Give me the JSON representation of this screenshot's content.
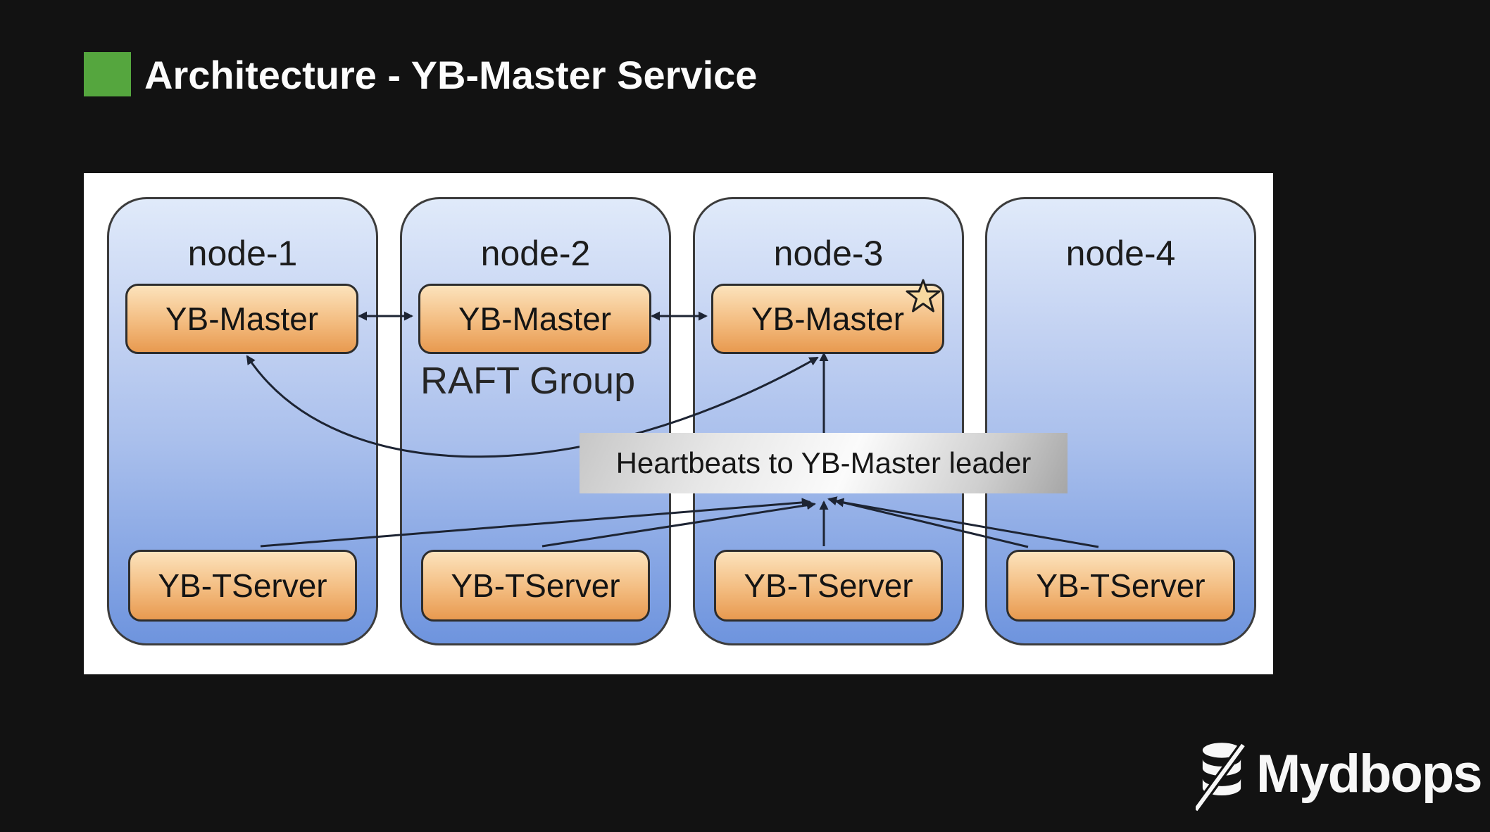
{
  "slide": {
    "title": "Architecture - YB-Master Service",
    "background_color": "#121212",
    "accent_green": "#55a63e"
  },
  "diagram": {
    "raft_group_label": "RAFT Group",
    "heartbeat_label": "Heartbeats to YB-Master leader",
    "leader_marker_icon": "star-icon",
    "nodes": [
      {
        "name": "node-1",
        "master_label": "YB-Master",
        "tserver_label": "YB-TServer",
        "is_leader": false
      },
      {
        "name": "node-2",
        "master_label": "YB-Master",
        "tserver_label": "YB-TServer",
        "is_leader": false
      },
      {
        "name": "node-3",
        "master_label": "YB-Master",
        "tserver_label": "YB-TServer",
        "is_leader": true
      },
      {
        "name": "node-4",
        "tserver_label": "YB-TServer",
        "is_leader": false
      }
    ],
    "connections": [
      "YB-Master node-1 <-> YB-Master node-2",
      "YB-Master node-2 <-> YB-Master node-3",
      "RAFT replication curve: YB-Master leader (node-3) <-> YB-Master (node-1)",
      "Heartbeats: YB-TServer node-1 -> YB-Master leader",
      "Heartbeats: YB-TServer node-2 -> YB-Master leader",
      "Heartbeats: YB-TServer node-3 -> YB-Master leader",
      "Heartbeats: YB-TServer node-4 -> YB-Master leader"
    ],
    "colors": {
      "node_fill_top": "#e0eafa",
      "node_fill_bottom": "#6e94de",
      "service_fill_top": "#fce3bc",
      "service_fill_bottom": "#e89a50",
      "heartbeat_label_fill": "#e7e7e7",
      "connector_line": "#1d2433",
      "panel_background": "#ffffff"
    }
  },
  "footer": {
    "brand_name": "Mydbops",
    "brand_icon": "database-slash-icon"
  }
}
